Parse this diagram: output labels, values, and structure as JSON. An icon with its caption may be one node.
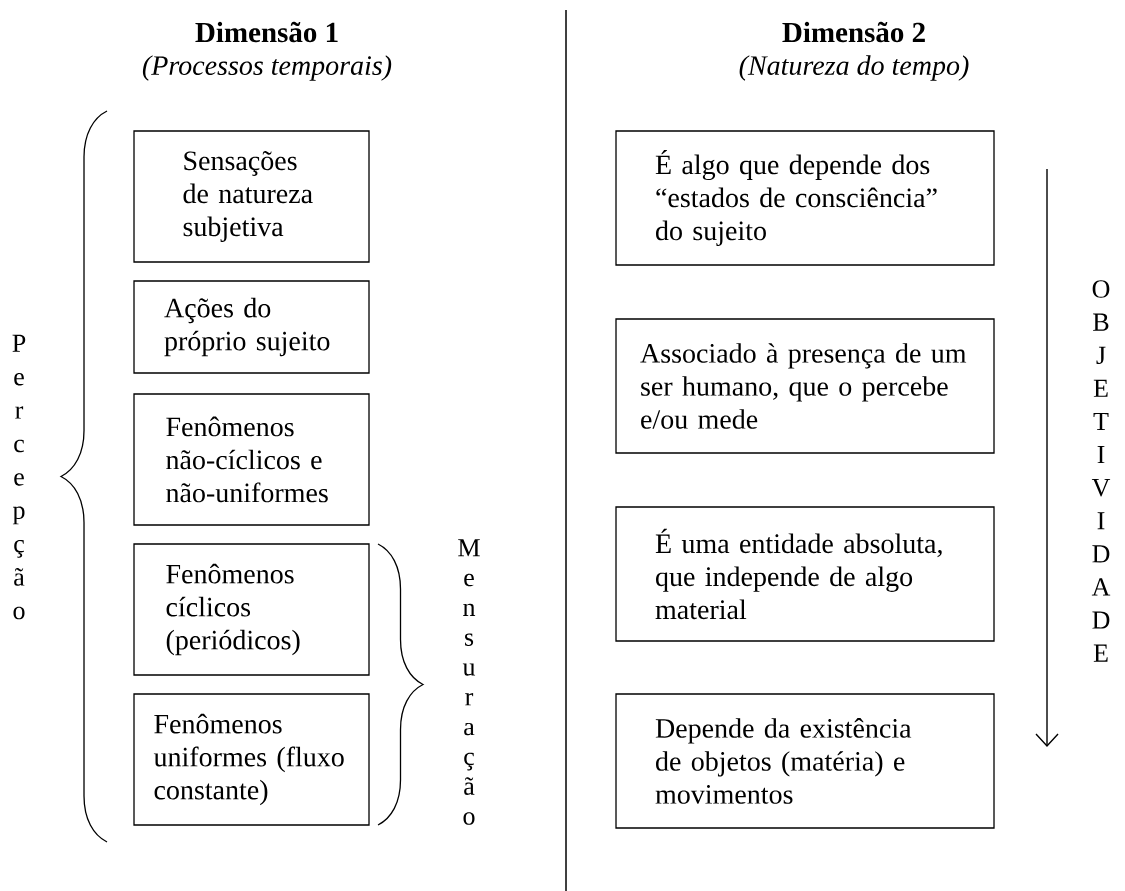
{
  "diagram": {
    "nodes": [
      {
        "text": [
          "Sensações de natureza subjetiva"
        ]
      },
      {
        "text": [
          "Ações do próprio sujeito"
        ]
      },
      {
        "text": [
          "Fenômenos não-cíclicos e não-uniformes"
        ]
      },
      {
        "text": [
          "Fenômenos cíclicos (periódicos)"
        ]
      },
      {
        "text": [
          "Fenômenos uniformes (fluxo constante)"
        ]
      },
      {
        "text": [
          "É algo que depende dos “estados de consciência” do sujeito"
        ]
      },
      {
        "text": [
          "Associado à presença de um ser humano, que o percebe e/ou mede"
        ]
      },
      {
        "text": [
          "É uma entidade absoluta, que independe de algo material"
        ]
      },
      {
        "text": [
          "Depende da existência de objetos (matéria) e movimentos"
        ]
      }
    ],
    "labels": [
      "Dimensão 1",
      "(Processos temporais)",
      "Dimensão 2",
      "(Natureza do tempo)",
      "Percepção",
      "Mensuração",
      "OBJETIVIDADE"
    ]
  }
}
